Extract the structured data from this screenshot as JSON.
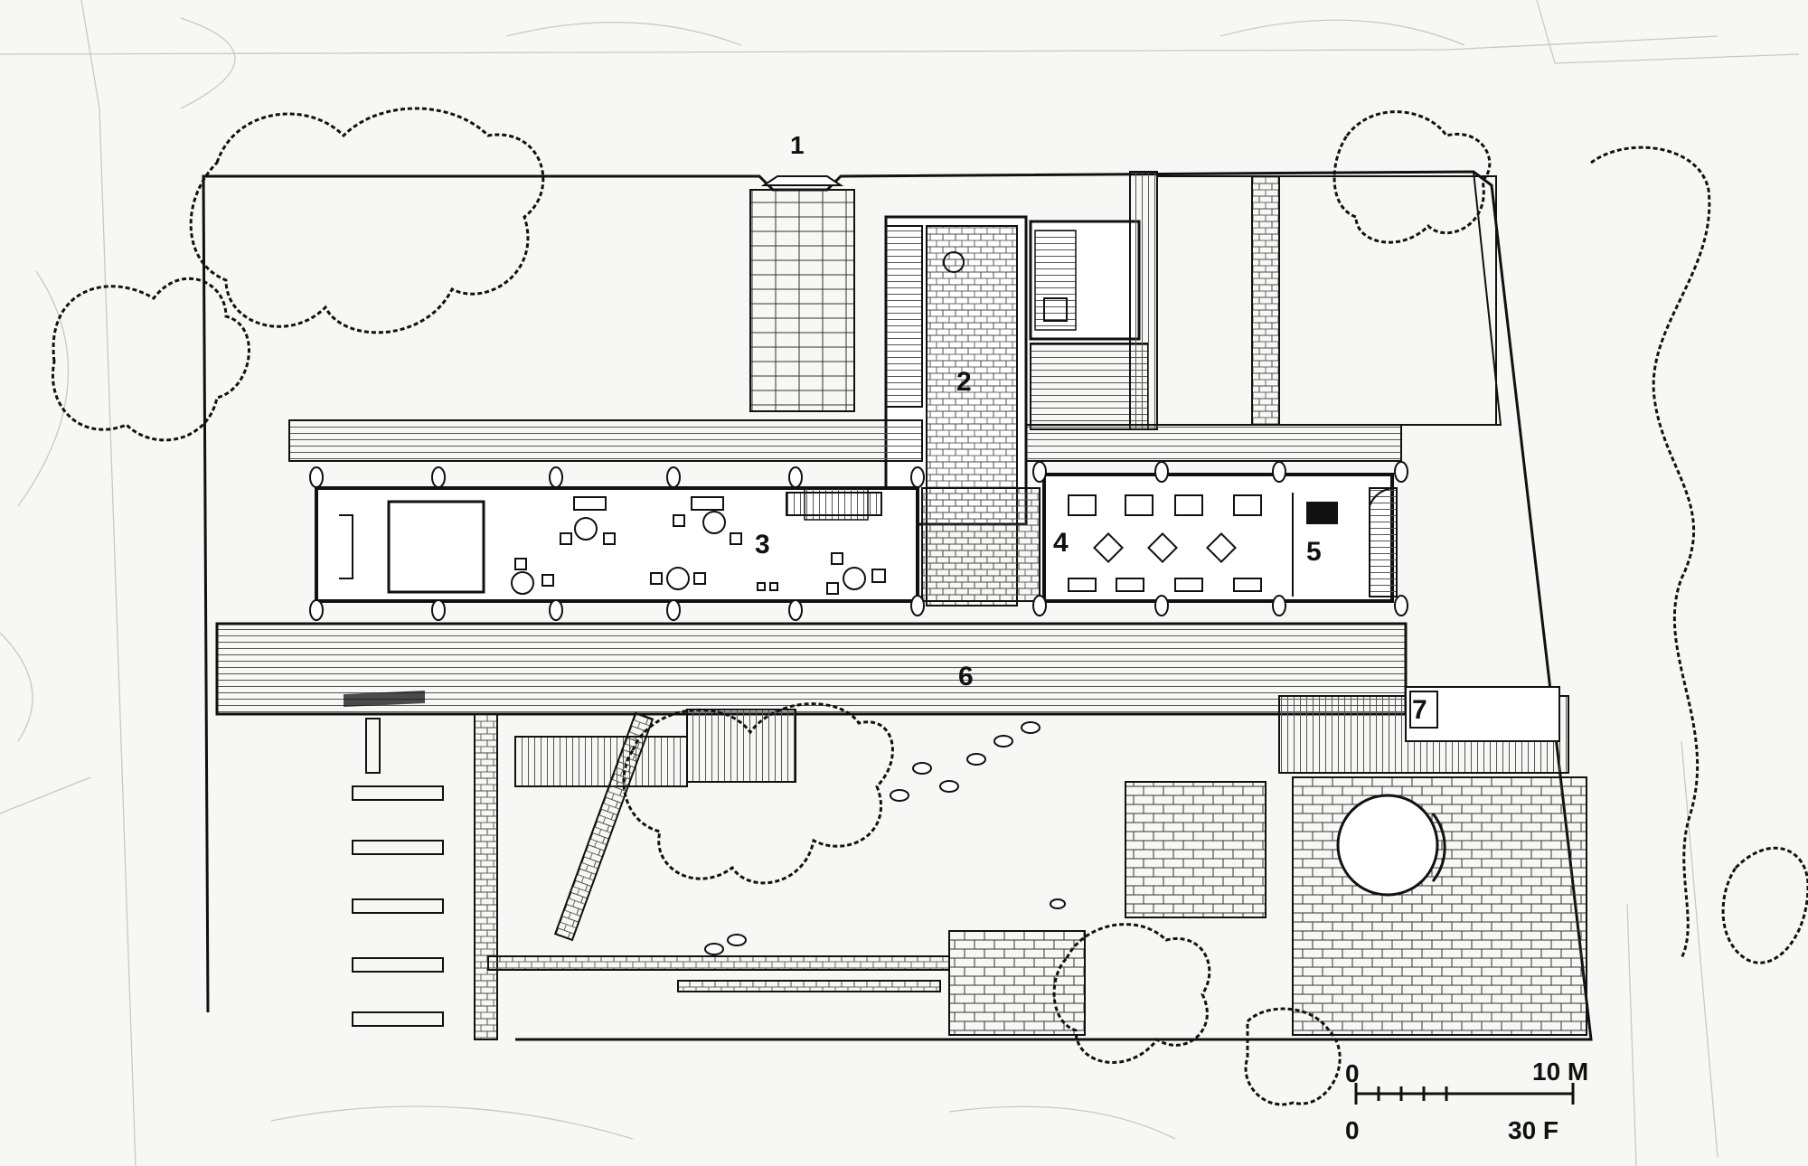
{
  "plan": {
    "labels": [
      {
        "id": "1",
        "text": "1"
      },
      {
        "id": "2",
        "text": "2"
      },
      {
        "id": "3",
        "text": "3"
      },
      {
        "id": "4",
        "text": "4"
      },
      {
        "id": "5",
        "text": "5"
      },
      {
        "id": "6",
        "text": "6"
      },
      {
        "id": "7",
        "text": "7"
      }
    ],
    "scale_bar": {
      "metric_zero": "0",
      "metric_max": "10 M",
      "imperial_zero": "0",
      "imperial_max": "30 F"
    }
  }
}
